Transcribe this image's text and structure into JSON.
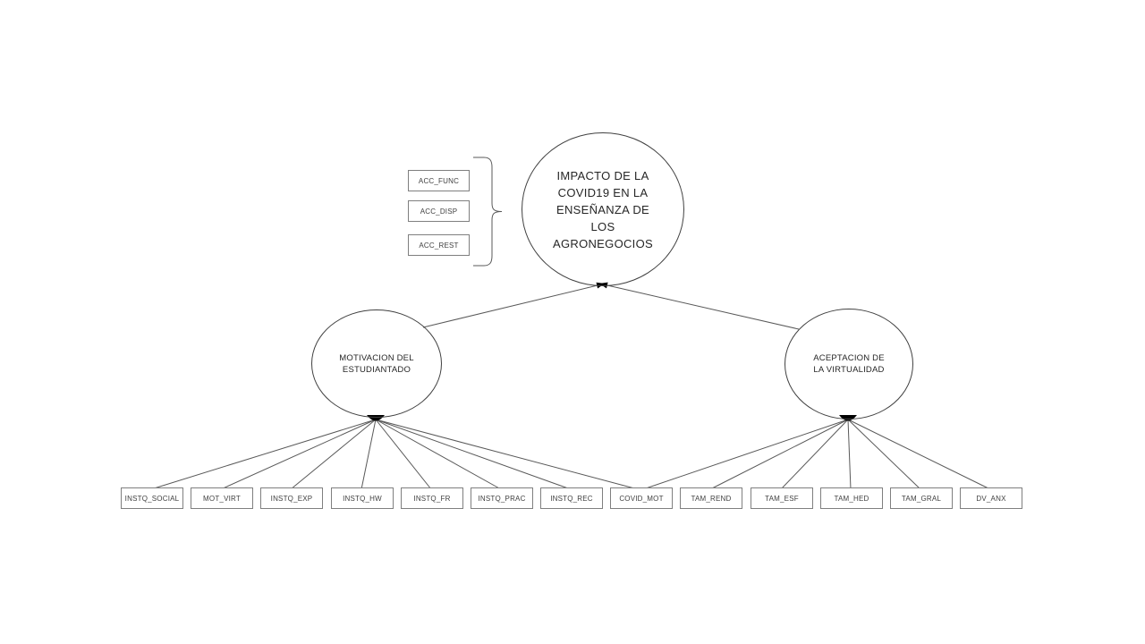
{
  "diagram": {
    "impact": {
      "label": "IMPACTO DE LA\nCOVID19 EN LA\nENSEÑANZA DE\nLOS\nAGRONEGOCIOS"
    },
    "motivation": {
      "label": "MOTIVACION DEL\nESTUDIANTADO"
    },
    "acceptance": {
      "label": "ACEPTACION DE\nLA VIRTUALIDAD"
    },
    "acc_indicators": [
      "ACC_FUNC",
      "ACC_DISP",
      "ACC_REST"
    ],
    "indicators": [
      "INSTQ_SOCIAL",
      "MOT_VIRT",
      "INSTQ_EXP",
      "INSTQ_HW",
      "INSTQ_FR",
      "INSTQ_PRAC",
      "INSTQ_REC",
      "COVID_MOT",
      "TAM_REND",
      "TAM_ESF",
      "TAM_HED",
      "TAM_GRAL",
      "DV_ANX"
    ]
  },
  "colors": {
    "background": "#ffffff",
    "connector_line": "#595959",
    "ellipse_border": "#404040",
    "box_border": "#7f7f7f",
    "text": "#3f3f3f",
    "arrowhead_fill": "#000000"
  }
}
